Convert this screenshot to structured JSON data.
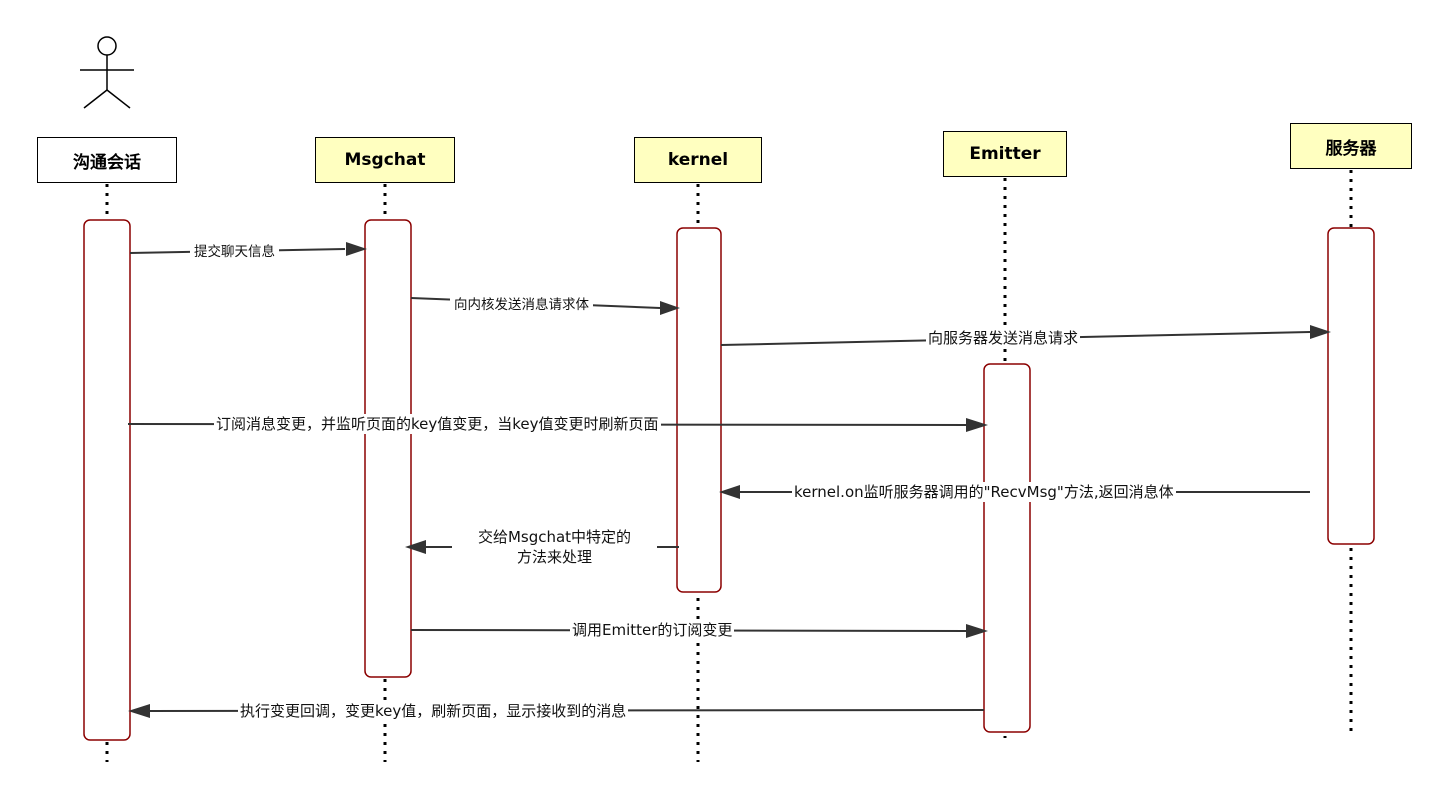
{
  "participants": [
    {
      "id": "chat",
      "label": "沟通会话",
      "style": "plain"
    },
    {
      "id": "msgchat",
      "label": "Msgchat",
      "style": "yellow"
    },
    {
      "id": "kernel",
      "label": "kernel",
      "style": "yellow"
    },
    {
      "id": "emitter",
      "label": "Emitter",
      "style": "yellow"
    },
    {
      "id": "server",
      "label": "服务器",
      "style": "yellow"
    }
  ],
  "messages": [
    {
      "id": "m1",
      "text": "提交聊天信息"
    },
    {
      "id": "m2",
      "text": "向内核发送消息请求体"
    },
    {
      "id": "m3",
      "text": "向服务器发送消息请求"
    },
    {
      "id": "m4",
      "text": "订阅消息变更，并监听页面的key值变更，当key值变更时刷新页面"
    },
    {
      "id": "m5",
      "text": "kernel.on监听服务器调用的\"RecvMsg\"方法,返回消息体"
    },
    {
      "id": "m6",
      "text": "交给Msgchat中特定的\n方法来处理"
    },
    {
      "id": "m7",
      "text": "调用Emitter的订阅变更"
    },
    {
      "id": "m8",
      "text": "执行变更回调，变更key值，刷新页面，显示接收到的消息"
    }
  ],
  "colors": {
    "activation_border": "#8b0000",
    "participant_fill_yellow": "#ffffc0",
    "line": "#333333"
  }
}
